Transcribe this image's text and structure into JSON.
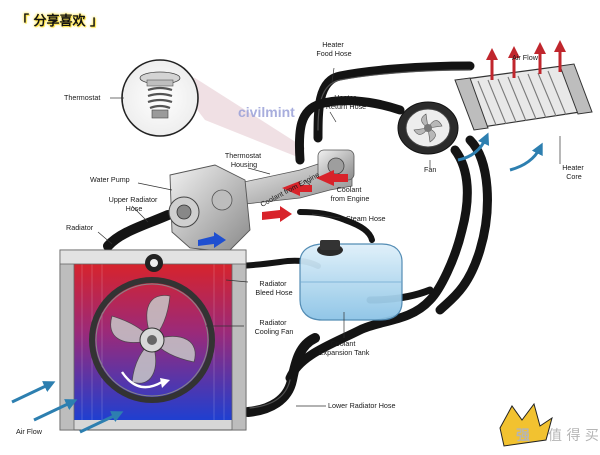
{
  "banner": "「 分享喜欢 」",
  "watermark": "civilmint",
  "corner_stamp": "强",
  "corner_text": "值 得 买",
  "labels": {
    "thermostat": "Thermostat",
    "heater_food_hose": "Heater\nFood Hose",
    "air_flow_top": "Air Flow",
    "heater_return_hose": "Heater\nReturn Hose",
    "thermostat_housing": "Thermostat\nHousing",
    "water_pump": "Water Pump",
    "upper_radiator_hose": "Upper Radiator\nHose",
    "coolant_from_engine": "Coolant\nfrom Engine",
    "fan": "Fan",
    "heater_core": "Heater\nCore",
    "radiator": "Radiator",
    "steam_hose": "Steam Hose",
    "radiator_bleed_hose": "Radiator\nBleed Hose",
    "radiator_cooling_fan": "Radiator\nCooling Fan",
    "coolant_expansion_tank": "Coolant\nExpansion Tank",
    "lower_radiator_hose": "Lower Radiator Hose",
    "air_flow_bottom": "Air Flow",
    "coolant_to_heater": "Coolant\nfrom Engine",
    "coolant_to_engine": "Coolant\nto Engine"
  },
  "colors": {
    "hose": "#141414",
    "hot_coolant": "#d8232a",
    "cold_coolant": "#1f4fd0",
    "air_arrow": "#2d7fb0",
    "hot_air_arrow": "#c0262d",
    "tank": "#a9d6ef",
    "radiator_frame": "#c9c9c9",
    "watermark": "#9aa0d8"
  },
  "icons": [
    "thermostat-icon",
    "water-pump-icon",
    "fan-icon",
    "heater-core-icon",
    "radiator-icon",
    "expansion-tank-icon",
    "air-flow-arrow-icon"
  ]
}
